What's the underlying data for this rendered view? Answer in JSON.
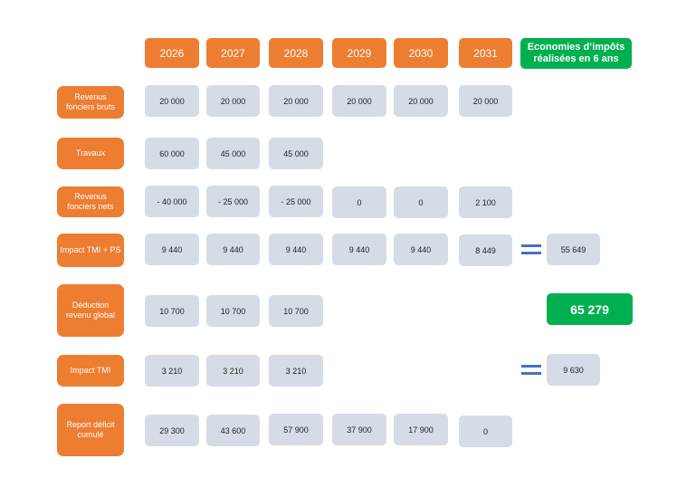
{
  "years": [
    "2026",
    "2027",
    "2028",
    "2029",
    "2030",
    "2031"
  ],
  "savings_header": "Economies d’impôts réalisées en 6 ans",
  "rows": {
    "revenus_bruts": {
      "label": "Revenus fonciers bruts",
      "values": [
        "20 000",
        "20 000",
        "20 000",
        "20 000",
        "20 000",
        "20 000"
      ]
    },
    "travaux": {
      "label": "Travaux",
      "values": [
        "60 000",
        "45 000",
        "45 000"
      ]
    },
    "revenus_nets": {
      "label": "Revenus fonciers nets",
      "values": [
        "- 40 000",
        "- 25 000",
        "- 25 000",
        "0",
        "0",
        "2 100"
      ]
    },
    "impact_tmi_ps": {
      "label": "Impact TMI + PS",
      "values": [
        "9 440",
        "9 440",
        "9 440",
        "9 440",
        "9 440",
        "8 449"
      ],
      "total": "55 649"
    },
    "deduction": {
      "label": "Déduction revenu global",
      "values": [
        "10 700",
        "10 700",
        "10 700"
      ]
    },
    "impact_tmi": {
      "label": "Impact TMI",
      "values": [
        "3 210",
        "3 210",
        "3 210"
      ],
      "total": "9 630"
    },
    "report_deficit": {
      "label": "Report déficit cumulé",
      "values": [
        "29 300",
        "43 600",
        "57 900",
        "37 900",
        "17 900",
        "0"
      ]
    }
  },
  "grand_total": "65 279",
  "colors": {
    "orange": "#ED7D31",
    "green": "#00B050",
    "cell": "#D6DCE5",
    "equals": "#4472C4"
  }
}
